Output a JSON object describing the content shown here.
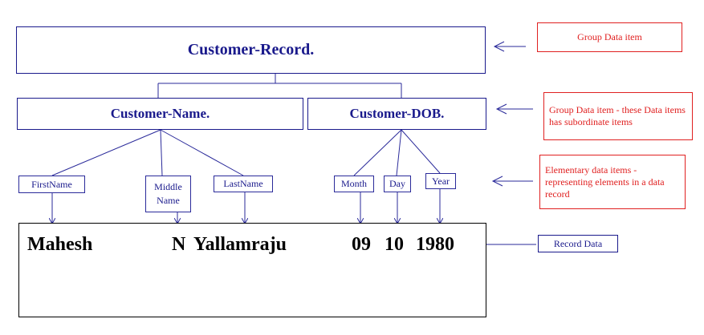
{
  "diagram": {
    "root": {
      "label": "Customer-Record."
    },
    "groups": [
      {
        "label": "Customer-Name."
      },
      {
        "label": "Customer-DOB."
      }
    ],
    "fields": [
      {
        "label": "FirstName"
      },
      {
        "label": "Middle Name"
      },
      {
        "label": "LastName"
      },
      {
        "label": "Month"
      },
      {
        "label": "Day"
      },
      {
        "label": "Year"
      }
    ],
    "record": {
      "values": [
        "Mahesh",
        "N",
        "Yallamraju",
        "09",
        "10",
        "1980"
      ]
    },
    "annotations": {
      "group": "Group Data item",
      "subgroup": "Group Data item -  these Data items has subordinate items",
      "elementary": "Elementary data items - representing elements in a data record",
      "record": "Record Data"
    }
  },
  "colors": {
    "navy": "#1a1a8c",
    "red": "#e02020",
    "text": "#000000"
  }
}
